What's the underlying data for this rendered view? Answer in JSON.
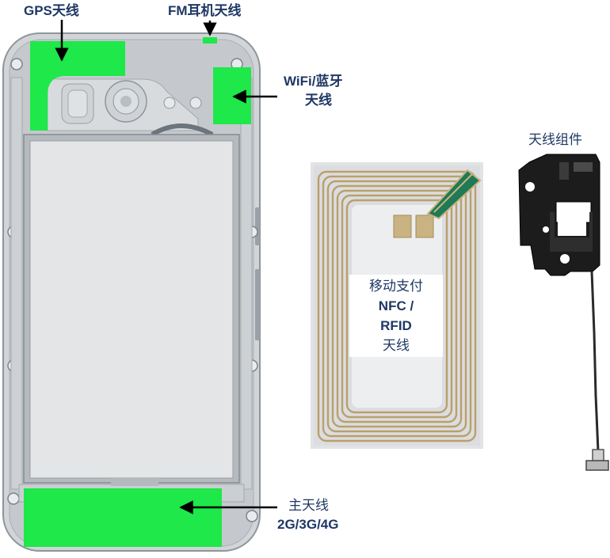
{
  "labels": {
    "gps": "GPS天线",
    "fm": "FM耳机天线",
    "wifi_line1": "WiFi/蓝牙",
    "wifi_line2": "天线",
    "main_line1": "主天线",
    "main_line2": "2G/3G/4G",
    "assembly": "天线组件",
    "nfc_line1": "移动支付",
    "nfc_line2": "NFC /",
    "nfc_line3": "RFID",
    "nfc_line4": "天线"
  },
  "colors": {
    "antenna_green": "#1ee84a",
    "label_blue": "#1f3864",
    "frame_gray": "#c8cbce",
    "board_gray": "#e3e5e6",
    "nfc_copper": "#b9a06a",
    "black_part": "#1c1c1c"
  }
}
